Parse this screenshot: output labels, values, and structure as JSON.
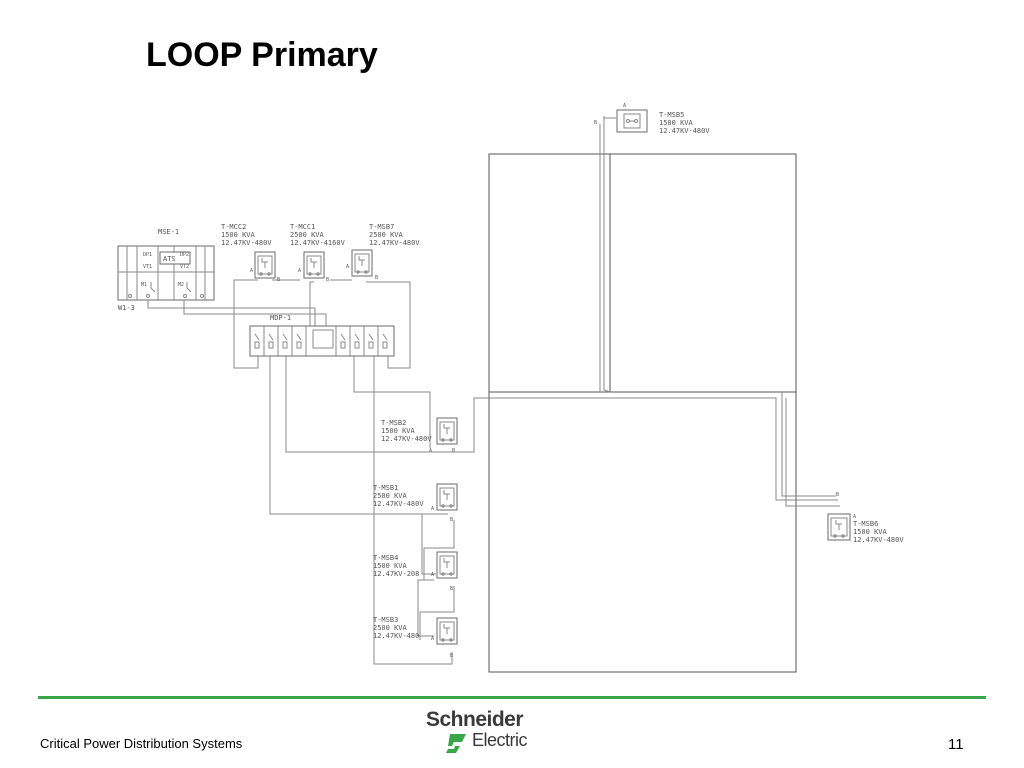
{
  "slide": {
    "title": "LOOP Primary",
    "footer_text": "Critical Power Distribution Systems",
    "page_number": "11",
    "brand_color": "#3aa64a"
  },
  "logo": {
    "line1": "Schneider",
    "line2": "Electric"
  },
  "diagram": {
    "mse": {
      "name": "MSE-1",
      "ats": "ATS",
      "sub_labels": [
        "DP1",
        "DP2",
        "VT1",
        "VT2",
        "M1",
        "M2"
      ],
      "feeder": "W1-3"
    },
    "mdp": {
      "name": "MDP-1"
    },
    "transformers": [
      {
        "id": "msb5",
        "name": "T-MSB5",
        "rating": "1500 KVA",
        "voltage": "12.47KV-480V",
        "port_a": "A",
        "port_b": "B"
      },
      {
        "id": "mcc2",
        "name": "T-MCC2",
        "rating": "1500 KVA",
        "voltage": "12.47KV-480V",
        "port_a": "A",
        "port_b": "B"
      },
      {
        "id": "mcc1",
        "name": "T-MCC1",
        "rating": "2500 KVA",
        "voltage": "12.47KV-4160V",
        "port_a": "A",
        "port_b": "B"
      },
      {
        "id": "msb7",
        "name": "T-MSB7",
        "rating": "2500 KVA",
        "voltage": "12.47KV-480V",
        "port_a": "A",
        "port_b": "B"
      },
      {
        "id": "msb2",
        "name": "T-MSB2",
        "rating": "1500 KVA",
        "voltage": "12.47KV-480V",
        "port_a": "A",
        "port_b": "B"
      },
      {
        "id": "msb1",
        "name": "T-MSB1",
        "rating": "2500 KVA",
        "voltage": "12.47KV-480V",
        "port_a": "A",
        "port_b": "B"
      },
      {
        "id": "msb4",
        "name": "T-MSB4",
        "rating": "1500 KVA",
        "voltage": "12.47KV-208",
        "port_a": "A",
        "port_b": "B"
      },
      {
        "id": "msb3",
        "name": "T-MSB3",
        "rating": "2500 KVA",
        "voltage": "12.47KV-480",
        "port_a": "A",
        "port_b": "B"
      },
      {
        "id": "msb6",
        "name": "T-MSB6",
        "rating": "1500 KVA",
        "voltage": "12.47KV-480V",
        "port_a": "A",
        "port_b": "B"
      }
    ]
  }
}
